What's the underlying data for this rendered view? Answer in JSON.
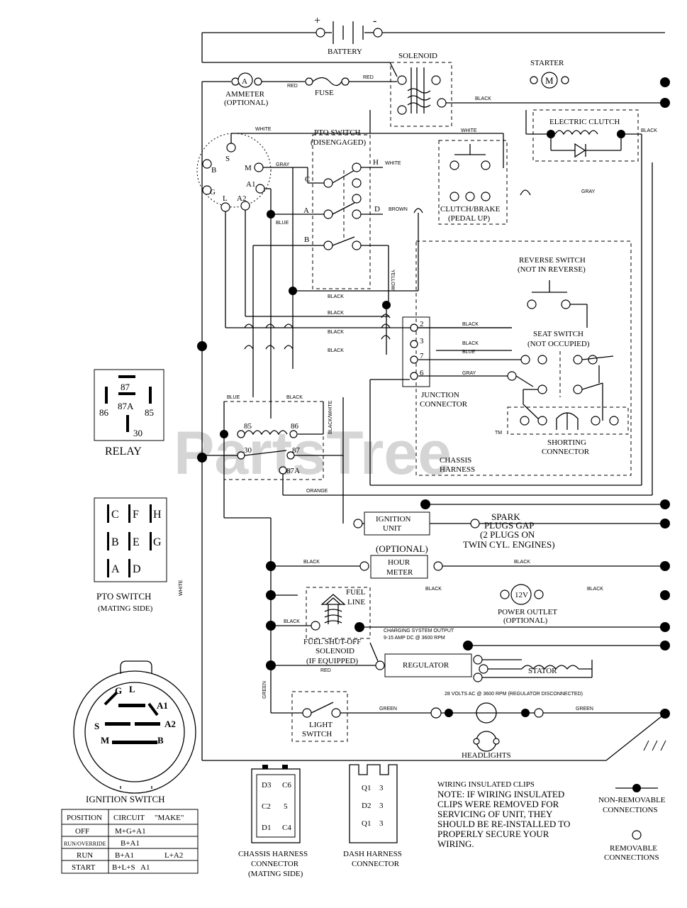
{
  "watermark": "PartsTree",
  "watermark_tm": "TM",
  "components": {
    "battery": "BATTERY",
    "battery_plus": "+",
    "battery_minus": "-",
    "solenoid": "SOLENOID",
    "starter": "STARTER",
    "starter_symbol": "M",
    "ammeter": "AMMETER",
    "ammeter_note": "(OPTIONAL)",
    "ammeter_symbol": "A",
    "fuse": "FUSE",
    "electric_clutch": "ELECTRIC CLUTCH",
    "pto_switch": "PTO SWITCH",
    "pto_switch_state": "(DISENGAGED)",
    "clutch_brake": "CLUTCH/BRAKE",
    "clutch_brake_state": "(PEDAL UP)",
    "reverse_switch": "REVERSE SWITCH",
    "reverse_switch_state": "(NOT IN REVERSE)",
    "seat_switch": "SEAT SWITCH",
    "seat_switch_state": "(NOT OCCUPIED)",
    "junction_connector_1": "JUNCTION",
    "junction_connector_2": "CONNECTOR",
    "shorting_connector_1": "SHORTING",
    "shorting_connector_2": "CONNECTOR",
    "chassis_harness_1": "CHASSIS",
    "chassis_harness_2": "HARNESS",
    "ignition_unit_1": "IGNITION",
    "ignition_unit_2": "UNIT",
    "spark_plugs_1": "SPARK",
    "spark_plugs_2": "PLUGS GAP",
    "spark_plugs_3": "(2 PLUGS ON",
    "spark_plugs_4": "TWIN CYL. ENGINES)",
    "hour_meter_note": "(OPTIONAL)",
    "hour_meter_1": "HOUR",
    "hour_meter_2": "METER",
    "fuel_line_1": "FUEL",
    "fuel_line_2": "LINE",
    "power_outlet_1": "POWER OUTLET",
    "power_outlet_2": "(OPTIONAL)",
    "power_outlet_symbol": "12V",
    "fuel_solenoid_1": "FUEL SHUT-OFF",
    "fuel_solenoid_2": "SOLENOID",
    "fuel_solenoid_3": "(IF EQUIPPED)",
    "charging_1": "CHARGING SYSTEM OUTPUT",
    "charging_2": "9-15 AMP DC @ 3600 RPM",
    "regulator": "REGULATOR",
    "stator": "STATOR",
    "stator_note": "28 VOLTS AC @ 3600 RPM (REGULATOR DISCONNECTED)",
    "light_switch_1": "LIGHT",
    "light_switch_2": "SWITCH",
    "headlights": "HEADLIGHTS"
  },
  "relay": {
    "title": "RELAY",
    "pins": [
      "87",
      "87A",
      "86",
      "85",
      "30"
    ]
  },
  "relay_circuit_pins": [
    "85",
    "86",
    "30",
    "87",
    "87A"
  ],
  "pto_mating": {
    "title_1": "PTO SWITCH",
    "title_2": "(MATING SIDE)",
    "pins": [
      "C",
      "F",
      "H",
      "B",
      "E",
      "G",
      "A",
      "D"
    ]
  },
  "pto_circuit_pins": [
    "C",
    "H",
    "A",
    "D",
    "B"
  ],
  "ignition_pins": [
    "B",
    "S",
    "M",
    "L",
    "A1",
    "A2",
    "G"
  ],
  "ignition_switch": {
    "title": "IGNITION SWITCH",
    "pins": [
      "G",
      "L",
      "A1",
      "S",
      "A2",
      "M",
      "B"
    ],
    "table_headers": [
      "POSITION",
      "CIRCUIT",
      "\"MAKE\""
    ],
    "rows": [
      [
        "OFF",
        "M+G+A1",
        ""
      ],
      [
        "RUN/OVERRIDE",
        "B+A1",
        ""
      ],
      [
        "RUN",
        "B+A1",
        "L+A2"
      ],
      [
        "START",
        "B+L+S",
        "A1"
      ]
    ]
  },
  "junction_pins": [
    "2",
    "3",
    "7",
    "6"
  ],
  "chassis_connector": {
    "title_1": "CHASSIS HARNESS",
    "title_2": "CONNECTOR",
    "title_3": "(MATING SIDE)",
    "pins": [
      "D3",
      "C6",
      "C2",
      "5",
      "D1",
      "C4"
    ]
  },
  "dash_connector": {
    "title_1": "DASH HARNESS",
    "title_2": "CONNECTOR",
    "pins": [
      "Q1",
      "3",
      "D2",
      "3",
      "Q1",
      "3"
    ]
  },
  "wire_colors": [
    "RED",
    "RED",
    "BLACK",
    "BLACK",
    "WHITE",
    "WHITE",
    "WHITE",
    "GRAY",
    "BLUE",
    "BROWN",
    "YELLOW",
    "BLACK",
    "BLACK",
    "BLACK",
    "BLACK",
    "BLACK",
    "GRAY",
    "BLUE",
    "BLACK",
    "BLACK/WHITE",
    "ORANGE",
    "BLACK",
    "BLACK",
    "BLACK",
    "BLACK",
    "RED",
    "GREEN",
    "GREEN",
    "GREEN",
    "WHITE",
    "GREEN"
  ],
  "notes": {
    "clips_1": "WIRING INSULATED CLIPS",
    "clips_2": "NOTE: IF WIRING INSULATED",
    "clips_3": "CLIPS WERE REMOVED FOR",
    "clips_4": "SERVICING OF UNIT, THEY",
    "clips_5": "SHOULD BE RE-INSTALLED TO",
    "clips_6": "PROPERLY SECURE YOUR",
    "clips_7": "WIRING."
  },
  "legend": {
    "non_removable_1": "NON-REMOVABLE",
    "non_removable_2": "CONNECTIONS",
    "removable_1": "REMOVABLE",
    "removable_2": "CONNECTIONS"
  }
}
